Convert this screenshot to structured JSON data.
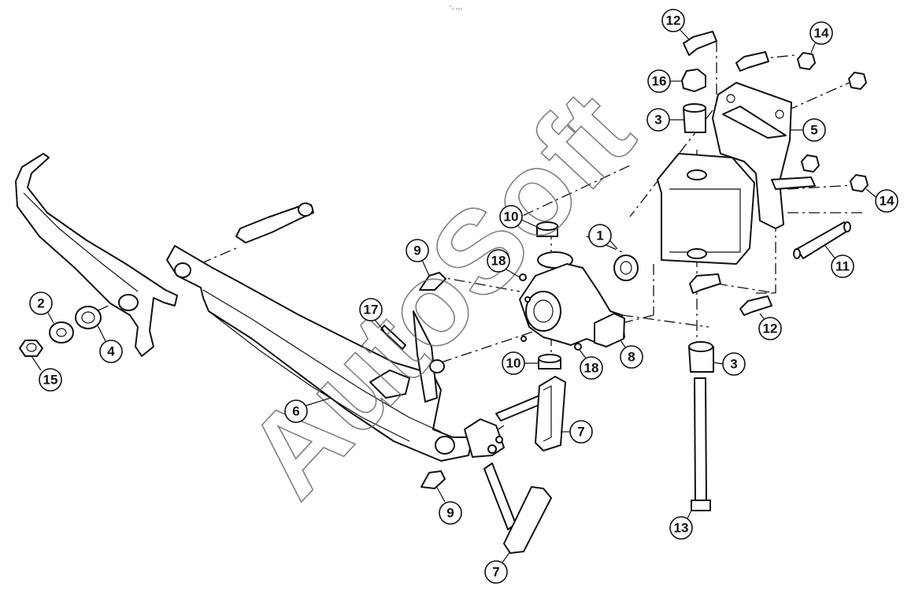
{
  "watermark": "AutoSoft",
  "corner_mark": "°₀ ₀₀₀",
  "callouts": [
    {
      "label": "1"
    },
    {
      "label": "2"
    },
    {
      "label": "3"
    },
    {
      "label": "3"
    },
    {
      "label": "4"
    },
    {
      "label": "5"
    },
    {
      "label": "6"
    },
    {
      "label": "7"
    },
    {
      "label": "7"
    },
    {
      "label": "8"
    },
    {
      "label": "9"
    },
    {
      "label": "9"
    },
    {
      "label": "10"
    },
    {
      "label": "10"
    },
    {
      "label": "11"
    },
    {
      "label": "12"
    },
    {
      "label": "12"
    },
    {
      "label": "13"
    },
    {
      "label": "14"
    },
    {
      "label": "14"
    },
    {
      "label": "15"
    },
    {
      "label": "16"
    },
    {
      "label": "17"
    },
    {
      "label": "18"
    },
    {
      "label": "18"
    }
  ]
}
